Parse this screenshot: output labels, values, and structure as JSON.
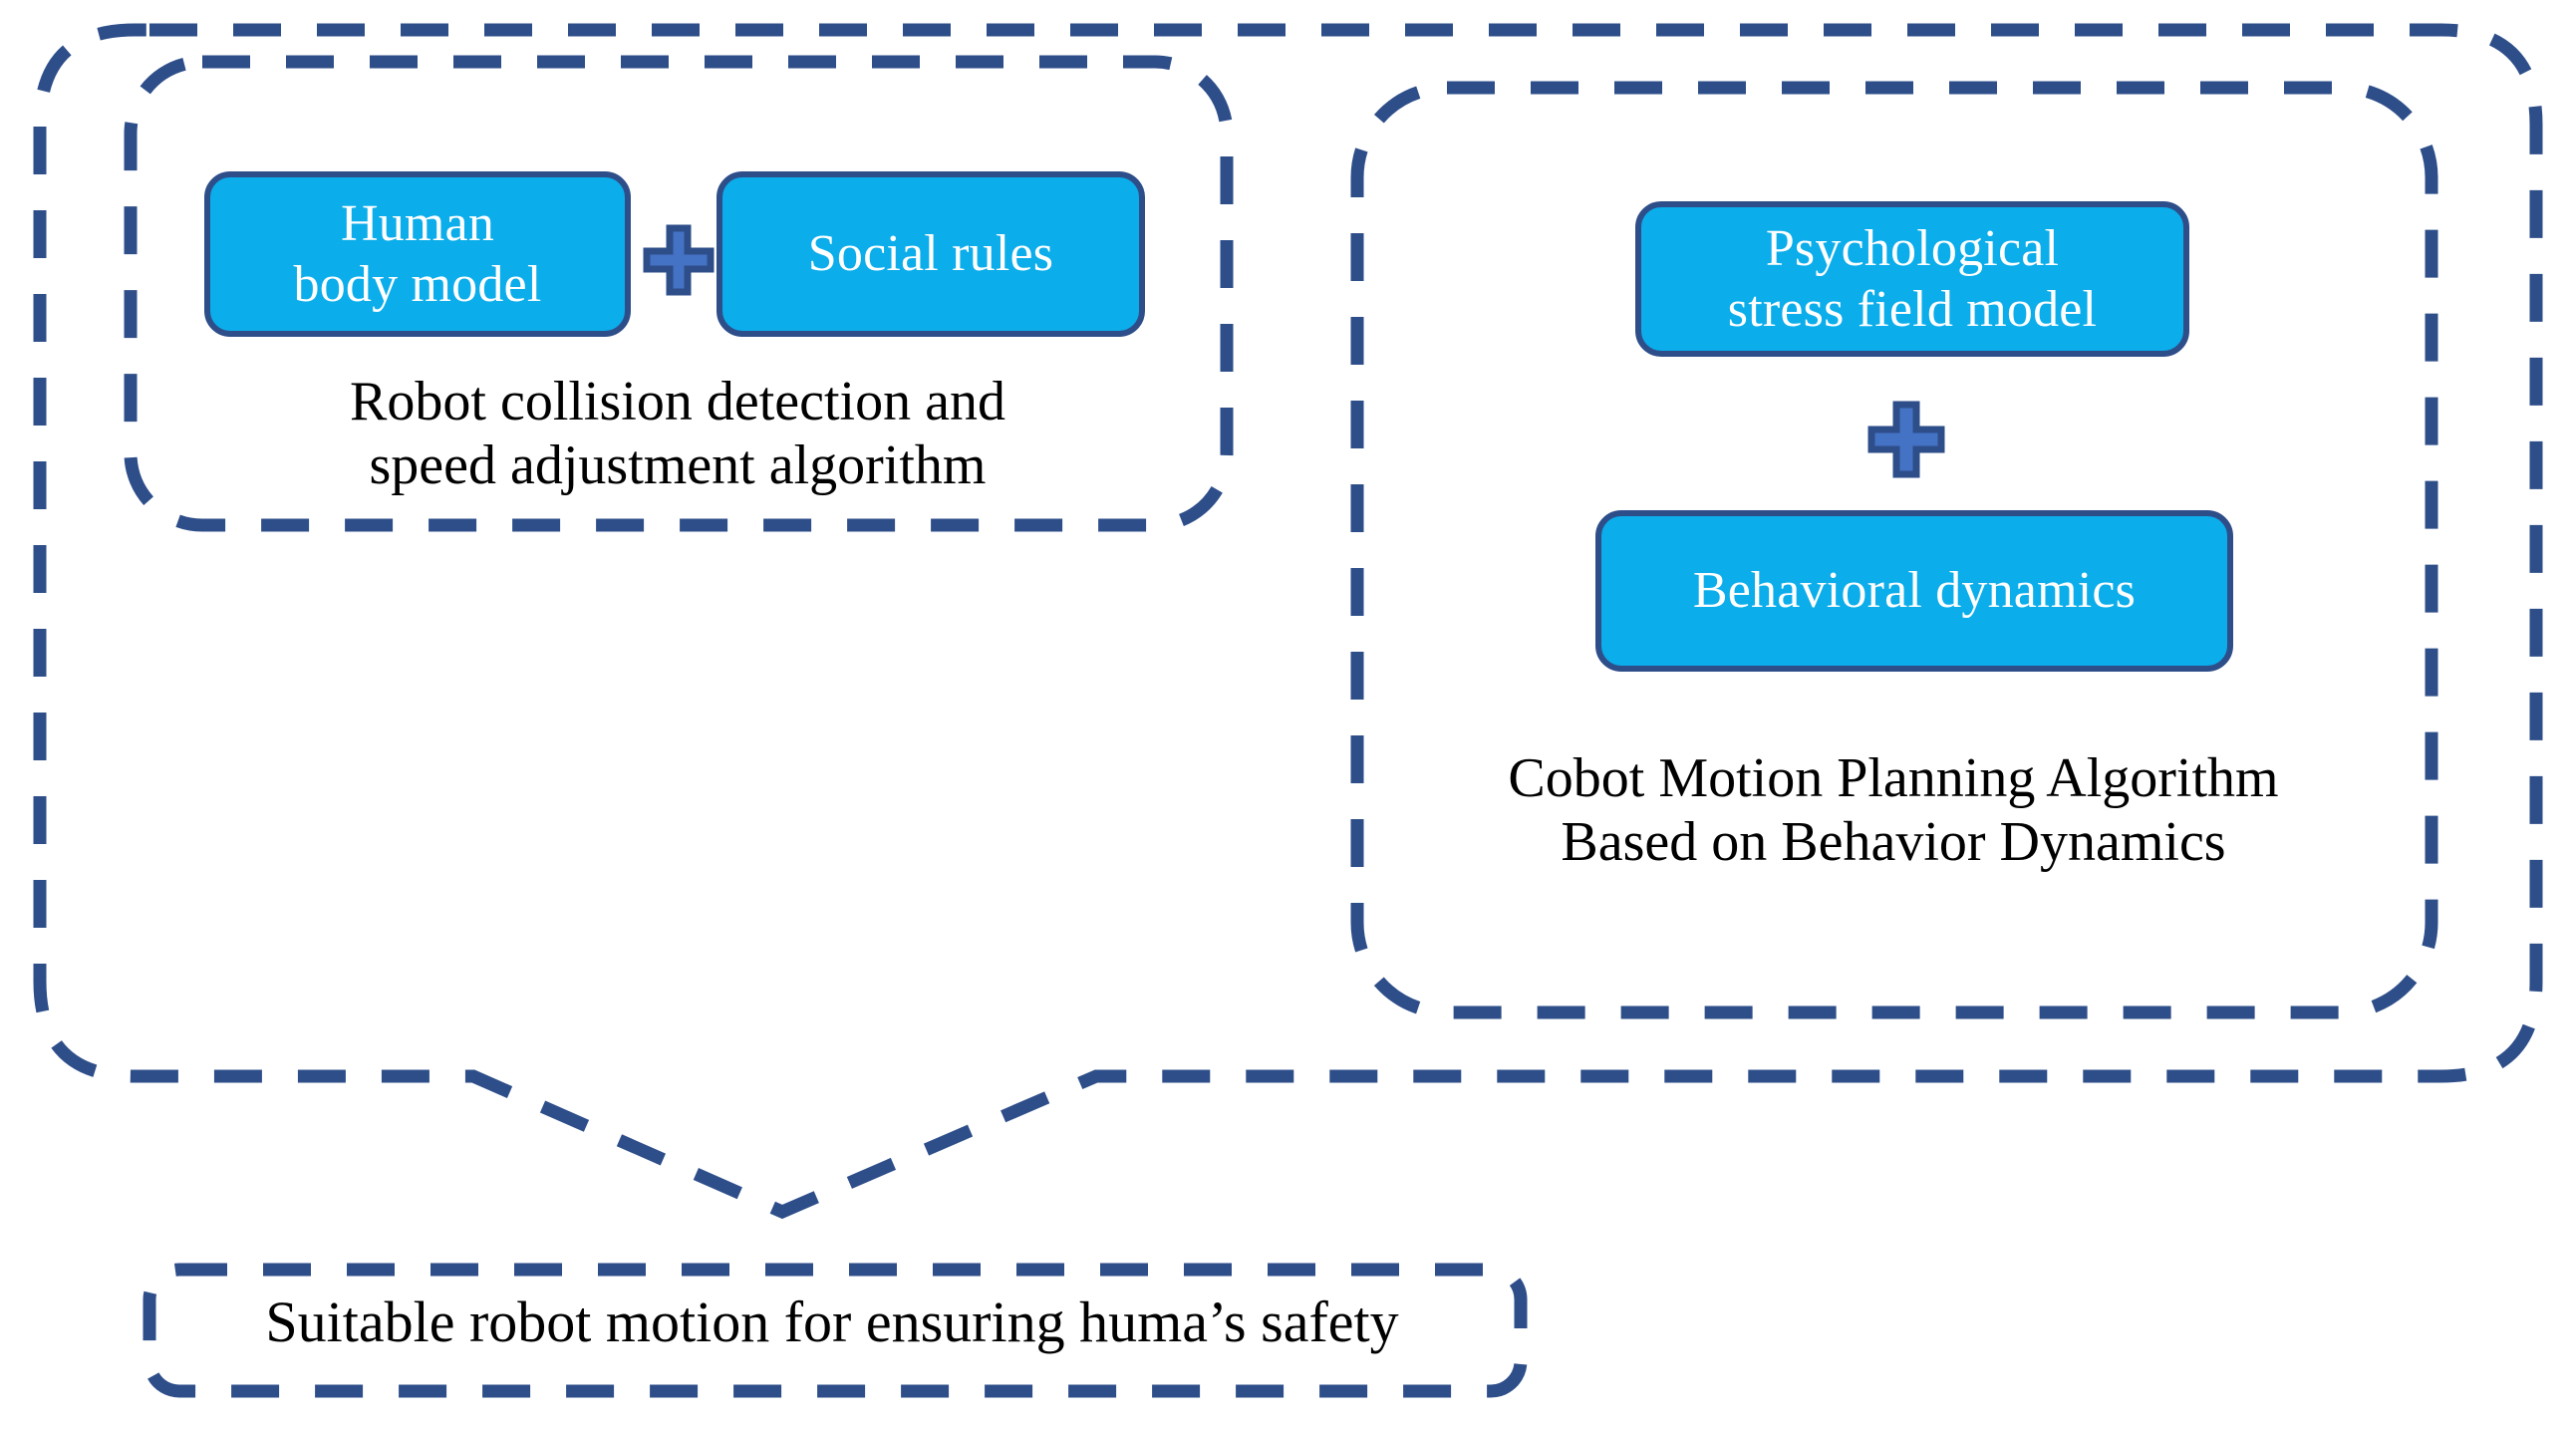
{
  "diagram": {
    "title": "Cobot safety framework block diagram",
    "colors": {
      "box_fill": "#0BADEA",
      "box_border": "#2E4E8A",
      "dashed_stroke": "#2E4E8A",
      "plus_fill": "#4472C4",
      "plus_outline": "#2E4E8A",
      "box_text": "#FFFFFF",
      "caption_text": "#000000",
      "background": "#FFFFFF"
    },
    "left_group": {
      "boxes": [
        {
          "id": "human-body-model",
          "label": "Human\nbody model"
        },
        {
          "id": "social-rules",
          "label": "Social rules"
        }
      ],
      "operator": "+",
      "caption": "Robot collision detection and\nspeed adjustment algorithm"
    },
    "right_group": {
      "boxes": [
        {
          "id": "psychological-stress-field-model",
          "label": "Psychological\nstress field model"
        },
        {
          "id": "behavioral-dynamics",
          "label": "Behavioral dynamics"
        }
      ],
      "operator": "+",
      "caption": "Cobot Motion Planning Algorithm\nBased on Behavior Dynamics"
    },
    "outcome_bubble": {
      "label": "Suitable robot motion for ensuring huma’s safety"
    }
  }
}
